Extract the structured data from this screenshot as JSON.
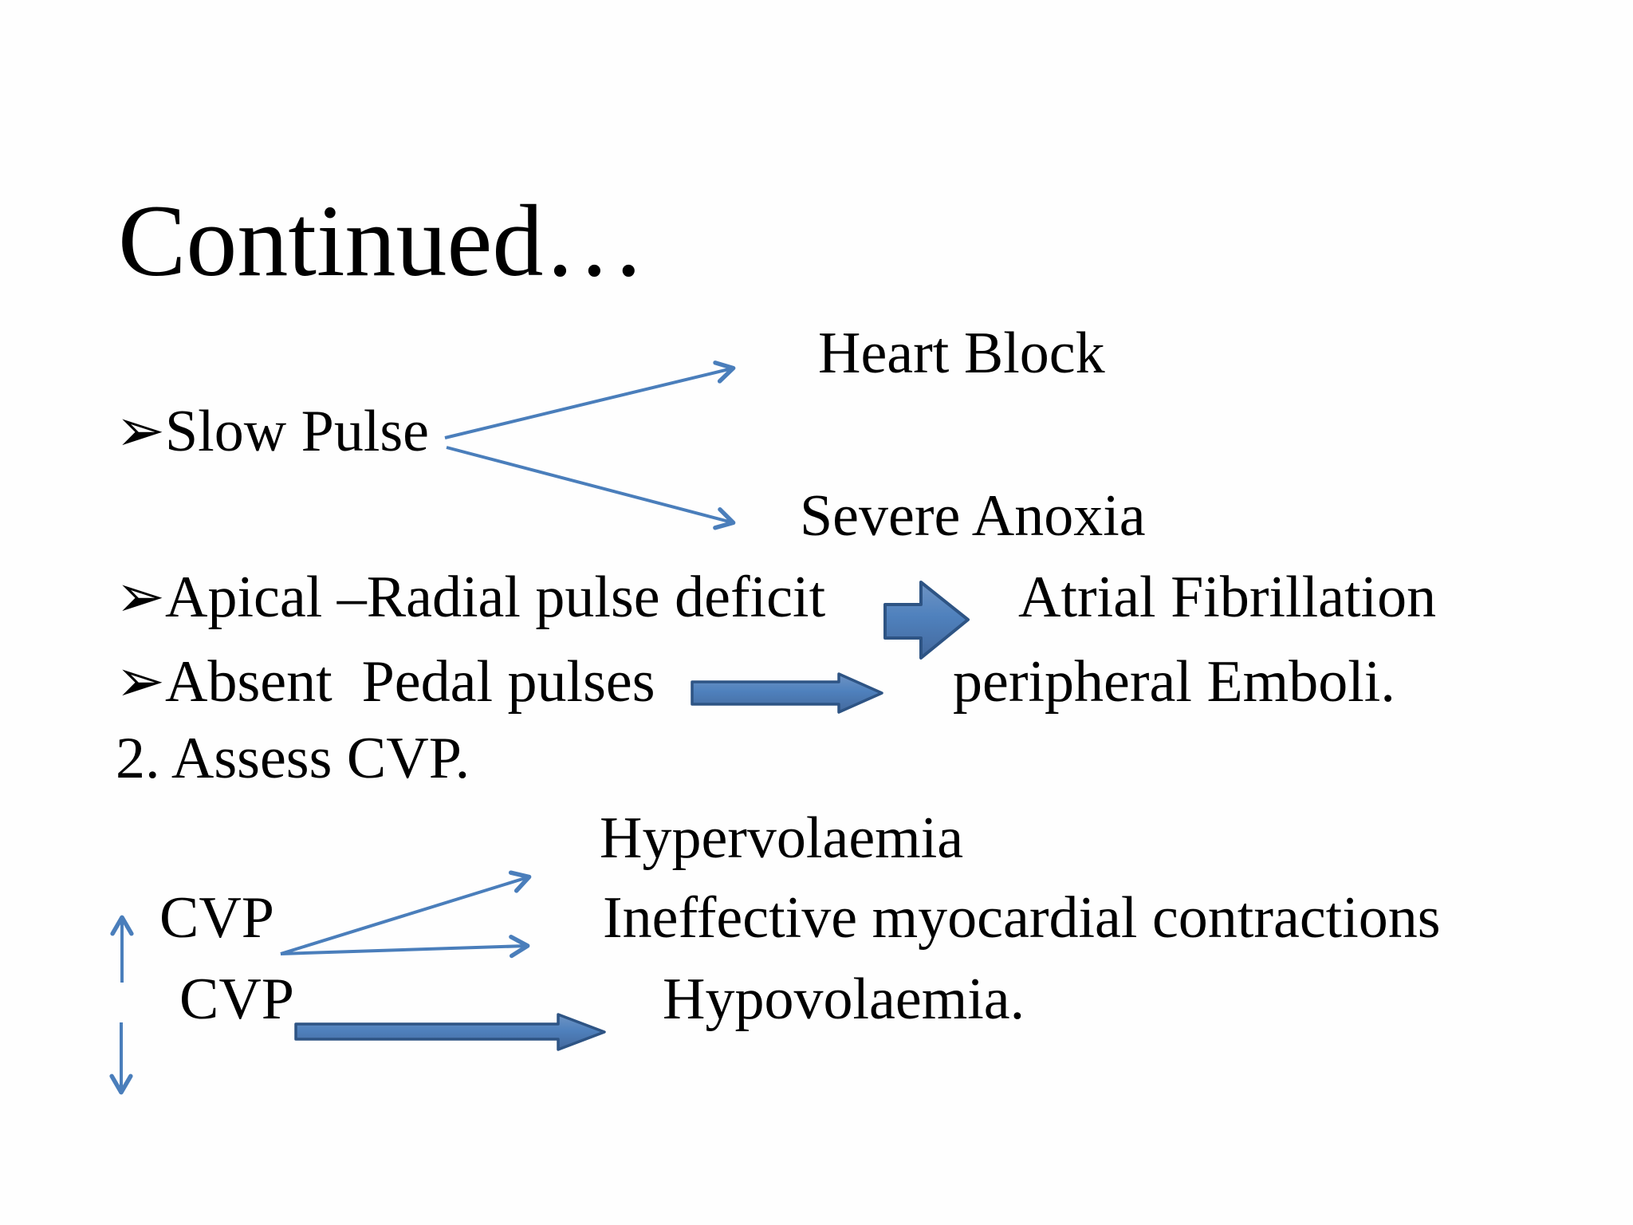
{
  "slide": {
    "title": "Continued…",
    "colors": {
      "text": "#000000",
      "thin_arrow": "#4a7ebb",
      "block_arrow_fill": "#4f81bd",
      "block_arrow_fill_light": "#6f94c4",
      "block_arrow_stroke": "#2e5484",
      "background": "#fefefe"
    },
    "lines": [
      {
        "id": "heart-block",
        "text": "Heart Block"
      },
      {
        "id": "slow-pulse",
        "text": "➢Slow Pulse"
      },
      {
        "id": "severe-anoxia",
        "text": "Severe Anoxia"
      },
      {
        "id": "apical-radial",
        "text": "➢Apical –Radial pulse deficit"
      },
      {
        "id": "atrial-fibrillation",
        "text": "Atrial Fibrillation"
      },
      {
        "id": "absent-pedal",
        "text": "➢Absent  Pedal pulses"
      },
      {
        "id": "peripheral-emboli",
        "text": "peripheral Emboli."
      },
      {
        "id": "assess-cvp",
        "text": "2. Assess CVP."
      },
      {
        "id": "hypervolaemia",
        "text": "Hypervolaemia"
      },
      {
        "id": "cvp-raised",
        "text": "CVP"
      },
      {
        "id": "ineffective",
        "text": "Ineffective myocardial contractions"
      },
      {
        "id": "cvp-lowered",
        "text": "CVP"
      },
      {
        "id": "hypovolaemia",
        "text": "Hypovolaemia."
      }
    ],
    "arrows": [
      {
        "id": "slow-pulse-to-heart-block",
        "type": "thin"
      },
      {
        "id": "slow-pulse-to-severe-anoxia",
        "type": "thin"
      },
      {
        "id": "deficit-to-atrial-fib",
        "type": "block"
      },
      {
        "id": "pedal-to-peripheral-emboli",
        "type": "block"
      },
      {
        "id": "cvp-up-indicator",
        "type": "thin-vertical-up"
      },
      {
        "id": "cvp-down-indicator",
        "type": "thin-vertical-down"
      },
      {
        "id": "cvp-to-hypervolaemia",
        "type": "thin"
      },
      {
        "id": "cvp-to-ineffective",
        "type": "thin"
      },
      {
        "id": "cvp-to-hypovolaemia",
        "type": "block"
      }
    ]
  }
}
